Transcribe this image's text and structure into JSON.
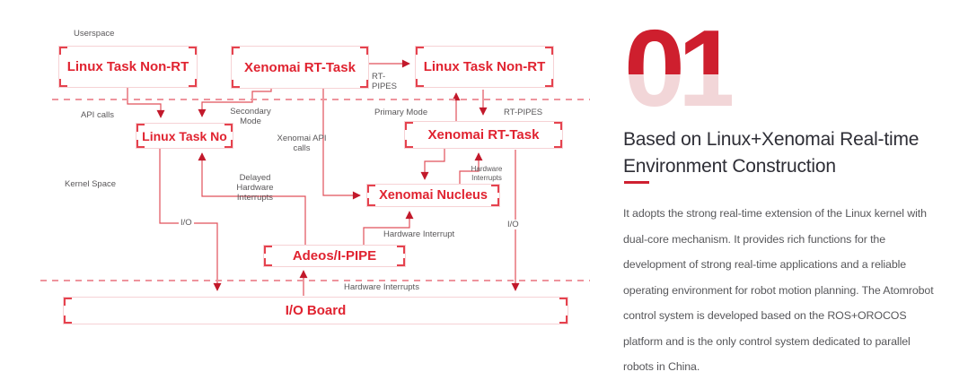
{
  "panel": {
    "number": "01",
    "heading": "Based on Linux+Xenomai Real-time Environment Construction",
    "paragraph": "It adopts the strong real-time extension of the Linux kernel with dual-core mechanism. It provides rich functions for the development of strong real-time applications and a reliable operating environment for robot motion planning. The Atomrobot control system is developed based on the ROS+OROCOS platform and is the only control system dedicated to parallel robots in China.",
    "accent_color": "#ce1f2e"
  },
  "diagram": {
    "boxes": {
      "linux_task_nonrt_left": "Linux Task Non-RT",
      "xenomai_rt_task_top": "Xenomai RT-Task",
      "linux_task_nonrt_right": "Linux Task Non-RT",
      "linux_task_no": "Linux Task No",
      "xenomai_rt_task_mid": "Xenomai RT-Task",
      "xenomai_nucleus": "Xenomai Nucleus",
      "adeos_ipipe": "Adeos/I-PIPE",
      "io_board": "I/O Board"
    },
    "labels": {
      "userspace": "Userspace",
      "api_calls": "API calls",
      "kernel_space": "Kernel Space",
      "secondary_mode": "Secondary Mode",
      "xenomai_api_calls": "Xenomai API calls",
      "delayed_hw_interrupts": "Delayed Hardware Interrupts",
      "io_left": "I/O",
      "primary_mode": "Primary Mode",
      "rt_pipes_small": "RT-PIPES",
      "rt_pipes_right": "RT-PIPES",
      "hw_interrupts_small": "Hardware Interrupts",
      "hardware_interrupt": "Hardware Interrupt",
      "hardware_interrupts_bottom": "Hardware Interrupts",
      "io_right": "I/O"
    },
    "line_color": "#e1505b",
    "arrow_color": "#c2192b",
    "box_text_color": "#e02330"
  }
}
